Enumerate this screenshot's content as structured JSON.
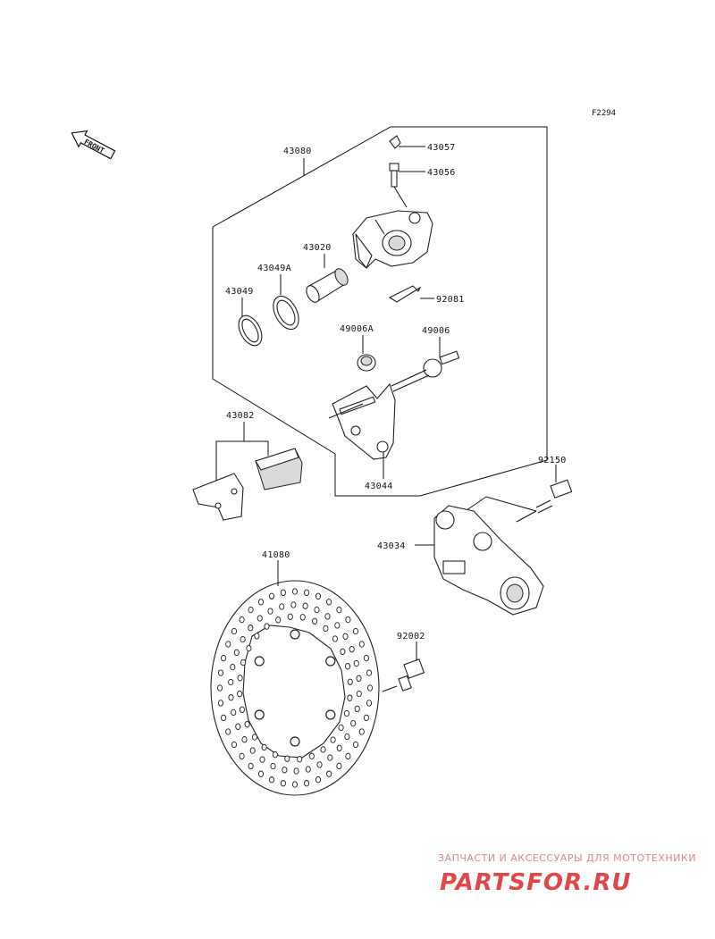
{
  "figure_code": "F2294",
  "front_marker": "FRONT",
  "parts": {
    "p43080": "43080",
    "p43057": "43057",
    "p43056": "43056",
    "p43020": "43020",
    "p43049A": "43049A",
    "p43049": "43049",
    "p92081": "92081",
    "p49006A": "49006A",
    "p49006": "49006",
    "p43082": "43082",
    "p43044": "43044",
    "p92150": "92150",
    "p43034": "43034",
    "p41080": "41080",
    "p92002": "92002"
  },
  "watermark": {
    "subtitle": "ЗАПЧАСТИ И АКСЕССУАРЫ ДЛЯ МОТОТЕХНИКИ",
    "logo": "PARTSFOR.RU"
  },
  "colors": {
    "line": "#111111",
    "watermark": "#e04848"
  }
}
